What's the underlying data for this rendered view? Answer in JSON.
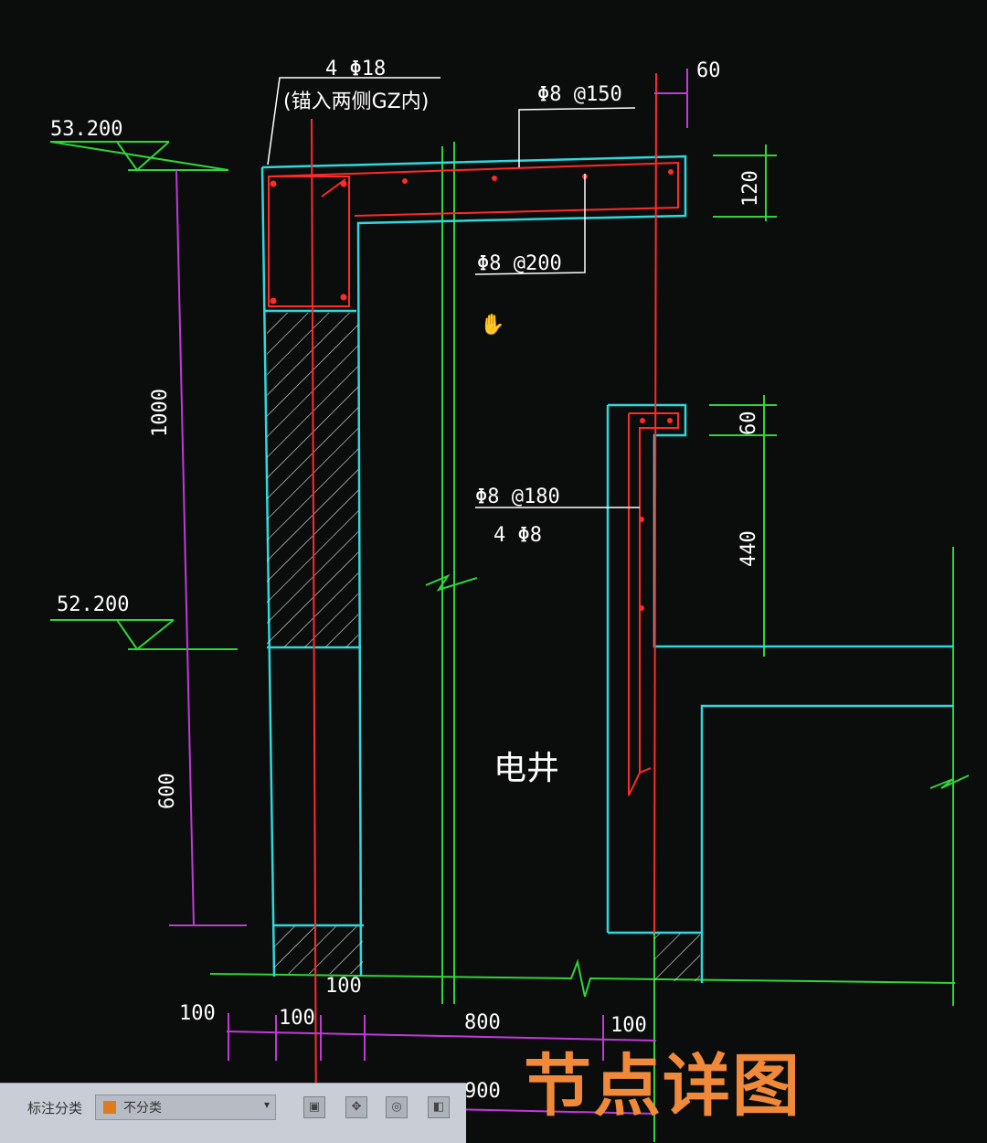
{
  "drawing": {
    "labels": {
      "top_rebar": "4 Φ18",
      "top_rebar_note": "(锚入两侧GZ内)",
      "top_stirrup": "Φ8 @150",
      "top_dim_60": "60",
      "slab_rebar": "Φ8 @200",
      "slab_dim_120": "120",
      "elev_top": "53.200",
      "elev_mid": "52.200",
      "dim_1000": "1000",
      "dim_600": "600",
      "wall_rebar_1": "Φ8 @180",
      "wall_rebar_2": "4 Φ8",
      "dim_60_right": "60",
      "dim_440": "440",
      "room_name": "电井",
      "bottom_dim_100_a": "100",
      "bottom_dim_100_b": "100",
      "bottom_dim_100_c": "100",
      "bottom_dim_800": "800",
      "bottom_dim_100_d": "100",
      "bottom_dim_900": "900"
    },
    "title": "节点详图",
    "colors": {
      "background": "#0b0d0c",
      "outline": "#2fd8dc",
      "rebar": "#ff2a2a",
      "dimension": "#c03ad8",
      "grid": "#31d43a",
      "text": "#ffffff",
      "title": "#f08a3a"
    }
  },
  "statusbar": {
    "label": "标注分类",
    "layer_name": "不分类",
    "dropdown_icon": "chevron-down-icon",
    "icons": [
      "window-icon",
      "pan-icon",
      "orbit-icon",
      "view-icon"
    ]
  }
}
